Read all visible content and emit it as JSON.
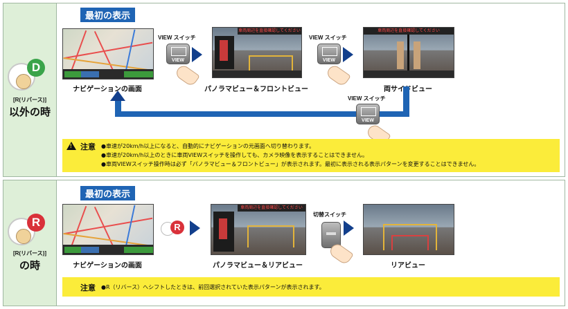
{
  "colors": {
    "accent": "#1f64b4",
    "note": "#fbec3a",
    "d_badge": "#3aa44a",
    "r_badge": "#d9313a",
    "side_bg": "#deefd8"
  },
  "section1": {
    "gear_letter": "D",
    "side_caption": "[R(リバース)]",
    "side_title": "以外の時",
    "tag": "最初の表示",
    "switch_label_1": "VIEW スイッチ",
    "switch_label_2": "VIEW スイッチ",
    "switch_label_3": "VIEW スイッチ",
    "button_text": "VIEW",
    "screen1_caption": "ナビゲーションの画面",
    "screen2_caption": "パノラマビュー＆フロントビュー",
    "screen3_caption": "両サイドビュー",
    "screen_warning": "車両周辺を直接確認してください",
    "note_head": "注意",
    "notes": [
      "●車速が20km/h以上になると、自動的にナビゲーションの元画面へ切り替わります。",
      "●車速が20km/h以上のときに車両VIEWスイッチを操作しても、カメラ映像を表示することはできません。",
      "●車両VIEWスイッチ操作時は必ず「パノラマビュー＆フロントビュー」が表示されます。最初に表示される表示パターンを変更することはできません。"
    ]
  },
  "section2": {
    "gear_letter": "R",
    "side_caption": "[R(リバース)]",
    "side_title": "の時",
    "tag": "最初の表示",
    "switch_label": "切替スイッチ",
    "screen1_caption": "ナビゲーションの画面",
    "screen2_caption": "パノラマビュー＆リアビュー",
    "screen3_caption": "リアビュー",
    "screen_warning": "車両周辺を直接確認してください",
    "note_head": "注意",
    "note": "●R（リバース）へシフトしたときは、前回選択されていた表示パターンが表示されます。"
  }
}
